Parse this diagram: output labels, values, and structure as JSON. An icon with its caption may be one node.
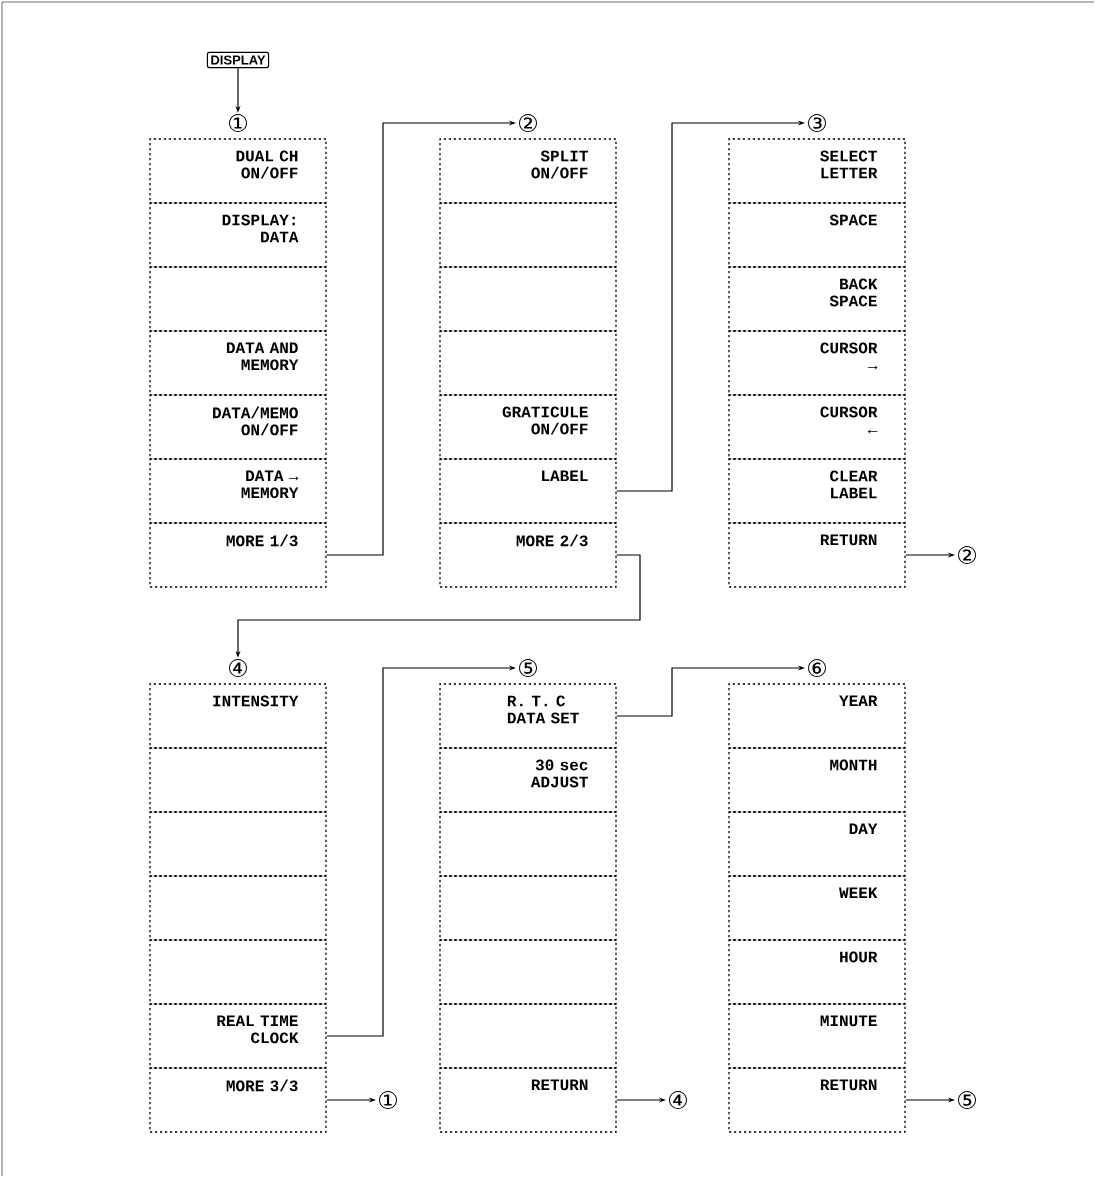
{
  "diagram": {
    "nodes": [
      {
        "text": [
          "DISPLAY"
        ]
      },
      {
        "text": [
          "①"
        ]
      },
      {
        "text": [
          "DUAL CH ON/OFF"
        ]
      },
      {
        "text": [
          "DISPLAY: DATA"
        ]
      },
      {
        "text": [],
        "shape": "box"
      },
      {
        "text": [
          "DATA AND MEMORY"
        ]
      },
      {
        "text": [
          "DATA/MEMO ON/OFF"
        ]
      },
      {
        "text": [
          "DATA → MEMORY"
        ]
      },
      {
        "text": [
          "MORE 1/3"
        ]
      },
      {
        "text": [
          "②"
        ]
      },
      {
        "text": [
          "SPLIT ON/OFF"
        ]
      },
      {
        "text": [],
        "shape": "box"
      },
      {
        "text": [],
        "shape": "box"
      },
      {
        "text": [],
        "shape": "box"
      },
      {
        "text": [
          "GRATICULE ON/OFF"
        ]
      },
      {
        "text": [
          "LABEL"
        ]
      },
      {
        "text": [
          "MORE 2/3"
        ]
      },
      {
        "text": [
          "③"
        ]
      },
      {
        "text": [
          "SELECT LETTER"
        ]
      },
      {
        "text": [
          "SPACE"
        ]
      },
      {
        "text": [
          "BACK SPACE"
        ]
      },
      {
        "text": [
          "CURSOR →"
        ]
      },
      {
        "text": [
          "CURSOR ←"
        ]
      },
      {
        "text": [
          "CLEAR LABEL"
        ]
      },
      {
        "text": [
          "RETURN"
        ]
      },
      {
        "text": [
          "④"
        ]
      },
      {
        "text": [
          "INTENSITY"
        ]
      },
      {
        "text": [],
        "shape": "box"
      },
      {
        "text": [],
        "shape": "box"
      },
      {
        "text": [],
        "shape": "box"
      },
      {
        "text": [],
        "shape": "box"
      },
      {
        "text": [
          "REAL TIME CLOCK"
        ]
      },
      {
        "text": [
          "MORE 3/3"
        ]
      },
      {
        "text": [
          "⑤"
        ]
      },
      {
        "text": [
          "R. T. C DATA SET"
        ]
      },
      {
        "text": [
          "30 sec ADJUST"
        ]
      },
      {
        "text": [],
        "shape": "box"
      },
      {
        "text": [],
        "shape": "box"
      },
      {
        "text": [],
        "shape": "box"
      },
      {
        "text": [],
        "shape": "box"
      },
      {
        "text": [
          "RETURN"
        ]
      },
      {
        "text": [
          "⑥"
        ]
      },
      {
        "text": [
          "YEAR"
        ]
      },
      {
        "text": [
          "MONTH"
        ]
      },
      {
        "text": [
          "DAY"
        ]
      },
      {
        "text": [
          "WEEK"
        ]
      },
      {
        "text": [
          "HOUR"
        ]
      },
      {
        "text": [
          "MINUTE"
        ]
      },
      {
        "text": [
          "RETURN"
        ]
      },
      {
        "text": [
          "②"
        ]
      },
      {
        "text": [
          "①"
        ]
      },
      {
        "text": [
          "④"
        ]
      },
      {
        "text": [
          "⑤"
        ]
      }
    ],
    "edges": [
      {
        "from": 0,
        "to": 1,
        "arrow": "to"
      },
      {
        "from": 8,
        "to": 9,
        "arrow": "to"
      },
      {
        "from": 15,
        "to": 17,
        "arrow": "to"
      },
      {
        "from": 16,
        "to": 25,
        "arrow": "to"
      },
      {
        "from": 24,
        "to": 49,
        "arrow": "to"
      },
      {
        "from": 31,
        "to": 33,
        "arrow": "to"
      },
      {
        "from": 32,
        "to": 50,
        "arrow": "to"
      },
      {
        "from": 34,
        "to": 41,
        "arrow": "to"
      },
      {
        "from": 40,
        "to": 51,
        "arrow": "to"
      },
      {
        "from": 48,
        "to": 52,
        "arrow": "to"
      }
    ]
  }
}
